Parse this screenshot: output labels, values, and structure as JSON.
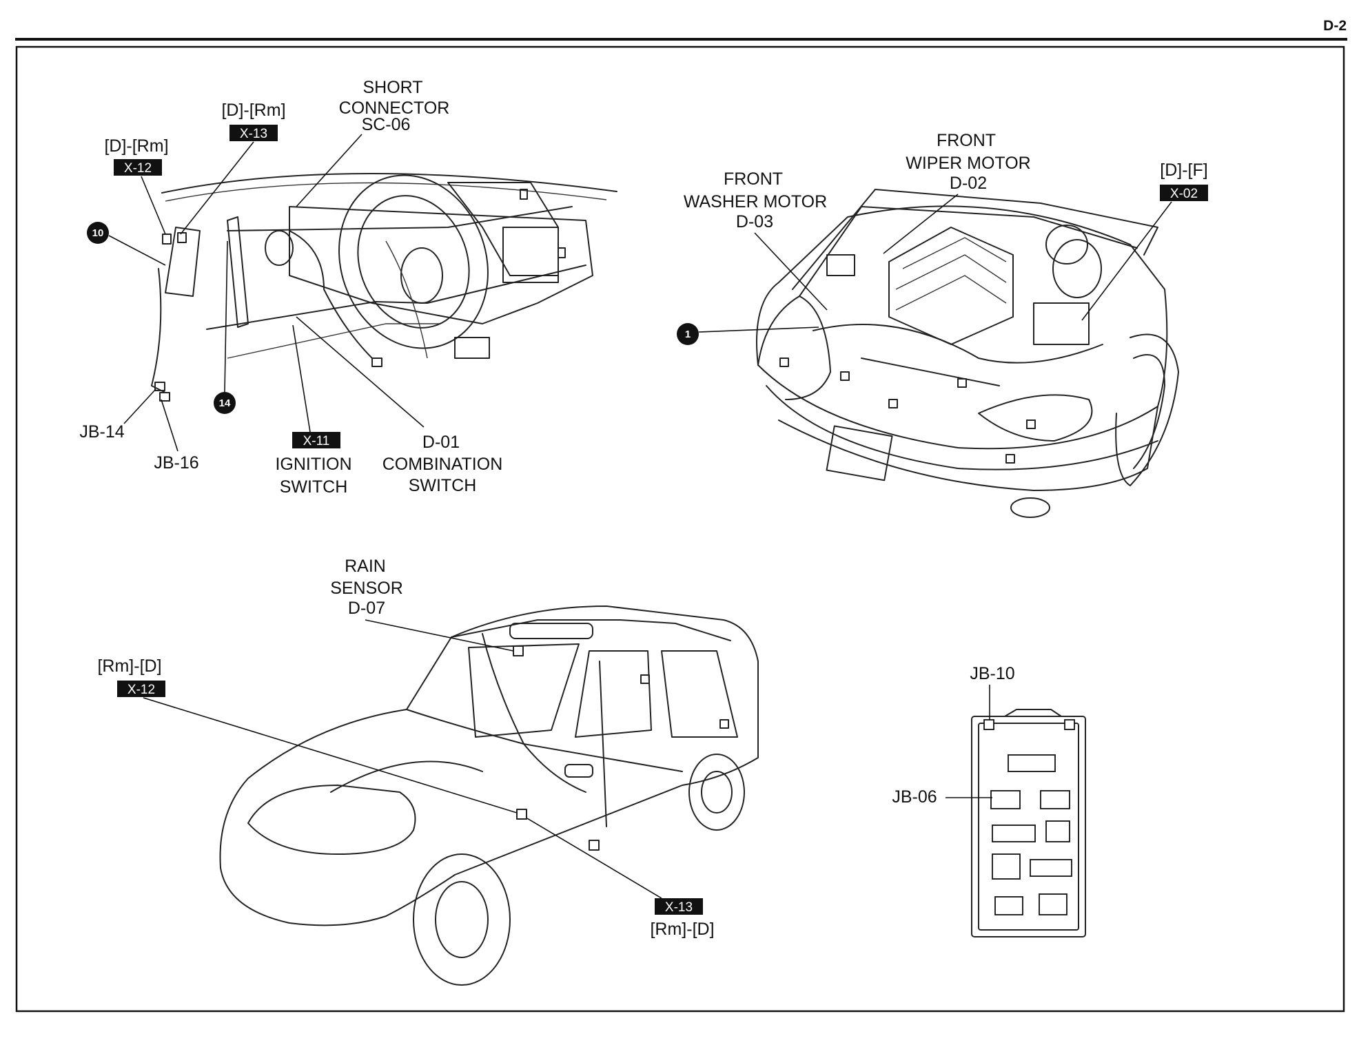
{
  "page_number": "D-2",
  "dash_view": {
    "short_connector": [
      "SHORT",
      "CONNECTOR",
      "SC-06"
    ],
    "x12": {
      "route": "[D]-[Rm]",
      "code": "X-12"
    },
    "x13": {
      "route": "[D]-[Rm]",
      "code": "X-13"
    },
    "callout_10": "10",
    "callout_14": "14",
    "jb14": "JB-14",
    "jb16": "JB-16",
    "x11_code": "X-11",
    "ignition_switch": [
      "IGNITION",
      "SWITCH"
    ],
    "combination_switch": [
      "D-01",
      "COMBINATION",
      "SWITCH"
    ]
  },
  "engine_view": {
    "front_wiper_motor": [
      "FRONT",
      "WIPER MOTOR",
      "D-02"
    ],
    "front_washer_motor": [
      "FRONT",
      "WASHER MOTOR",
      "D-03"
    ],
    "x02": {
      "route": "[D]-[F]",
      "code": "X-02"
    },
    "callout_1": "1"
  },
  "van_view": {
    "rain_sensor": [
      "RAIN",
      "SENSOR",
      "D-07"
    ],
    "x12": {
      "route": "[Rm]-[D]",
      "code": "X-12"
    },
    "x13": {
      "route": "[Rm]-[D]",
      "code": "X-13"
    }
  },
  "junction_box": {
    "jb10": "JB-10",
    "jb06": "JB-06"
  }
}
